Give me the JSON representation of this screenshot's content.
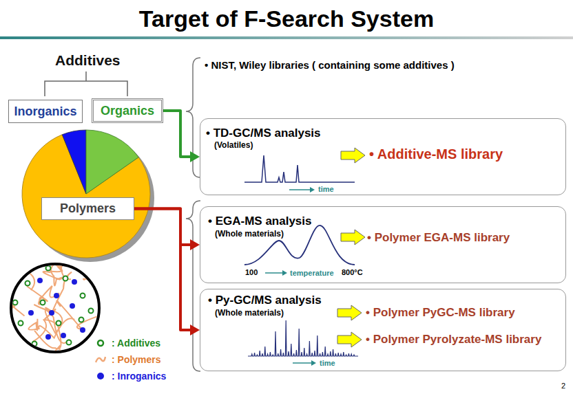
{
  "diagram": {
    "title": "Target of F-Search System",
    "nodes": [
      {
        "text": [
          "Inorganics"
        ]
      },
      {
        "text": [
          "Organics"
        ]
      },
      {
        "text": [
          "Polymers"
        ]
      },
      {
        "text": [
          "• TD-GC/MS analysis",
          "(Volatiles)",
          "time",
          "• Additive-MS library"
        ]
      },
      {
        "text": [
          "• EGA-MS analysis",
          "(Whole materials)",
          "100",
          "temperature",
          "800°C",
          "• Polymer EGA-MS library"
        ]
      },
      {
        "text": [
          "• Py-GC/MS analysis",
          "(Whole materials)",
          "time",
          "• Polymer PyGC-MS library",
          "• Polymer Pyrolyzate-MS library"
        ]
      }
    ],
    "edges": [
      {
        "from": 1,
        "to": 3,
        "arrow": "to"
      },
      {
        "from": 2,
        "to": 4,
        "arrow": "to"
      },
      {
        "from": 2,
        "to": 5,
        "arrow": "to"
      }
    ],
    "labels": [
      "Additives",
      "• NIST, Wiley libraries ( containing some additives )",
      "2"
    ],
    "legend": [
      {
        "text": ": Additives"
      },
      {
        "text": ": Polymers"
      },
      {
        "text": ": Inroganics",
        "color": "#1c1cdc"
      }
    ]
  }
}
